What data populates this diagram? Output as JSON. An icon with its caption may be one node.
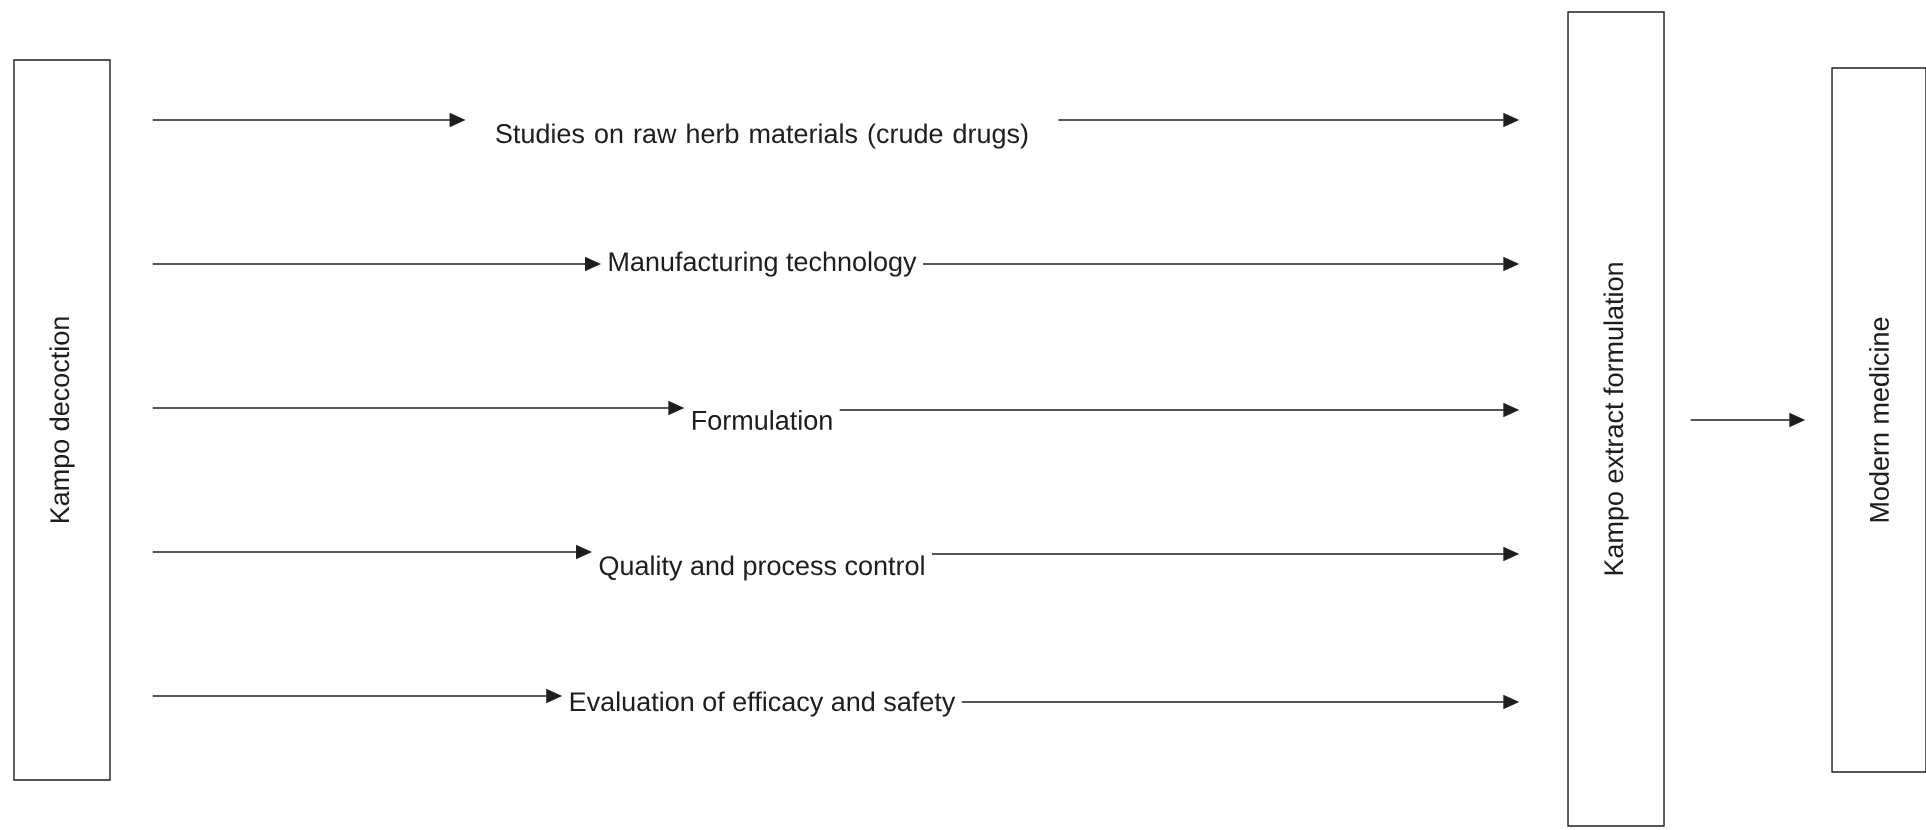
{
  "diagram": {
    "nodes": [
      {
        "text": [
          "Kampo decoction"
        ]
      },
      {
        "text": [
          "Studies on raw herb materials (crude drugs)"
        ]
      },
      {
        "text": [
          "Manufacturing technology"
        ]
      },
      {
        "text": [
          "Formulation"
        ]
      },
      {
        "text": [
          "Quality and process control"
        ]
      },
      {
        "text": [
          "Evaluation of efficacy and safety"
        ]
      },
      {
        "text": [
          "Kampo extract formulation"
        ]
      },
      {
        "text": [
          "Modern medicine"
        ]
      }
    ],
    "edges": [
      {
        "from": 0,
        "to": 1,
        "arrow": "to"
      },
      {
        "from": 0,
        "to": 2,
        "arrow": "to"
      },
      {
        "from": 0,
        "to": 3,
        "arrow": "to"
      },
      {
        "from": 0,
        "to": 4,
        "arrow": "to"
      },
      {
        "from": 0,
        "to": 5,
        "arrow": "to"
      },
      {
        "from": 1,
        "to": 6,
        "arrow": "to"
      },
      {
        "from": 2,
        "to": 6,
        "arrow": "to"
      },
      {
        "from": 3,
        "to": 6,
        "arrow": "to"
      },
      {
        "from": 4,
        "to": 6,
        "arrow": "to"
      },
      {
        "from": 5,
        "to": 6,
        "arrow": "to"
      },
      {
        "from": 6,
        "to": 7,
        "arrow": "to"
      }
    ]
  }
}
